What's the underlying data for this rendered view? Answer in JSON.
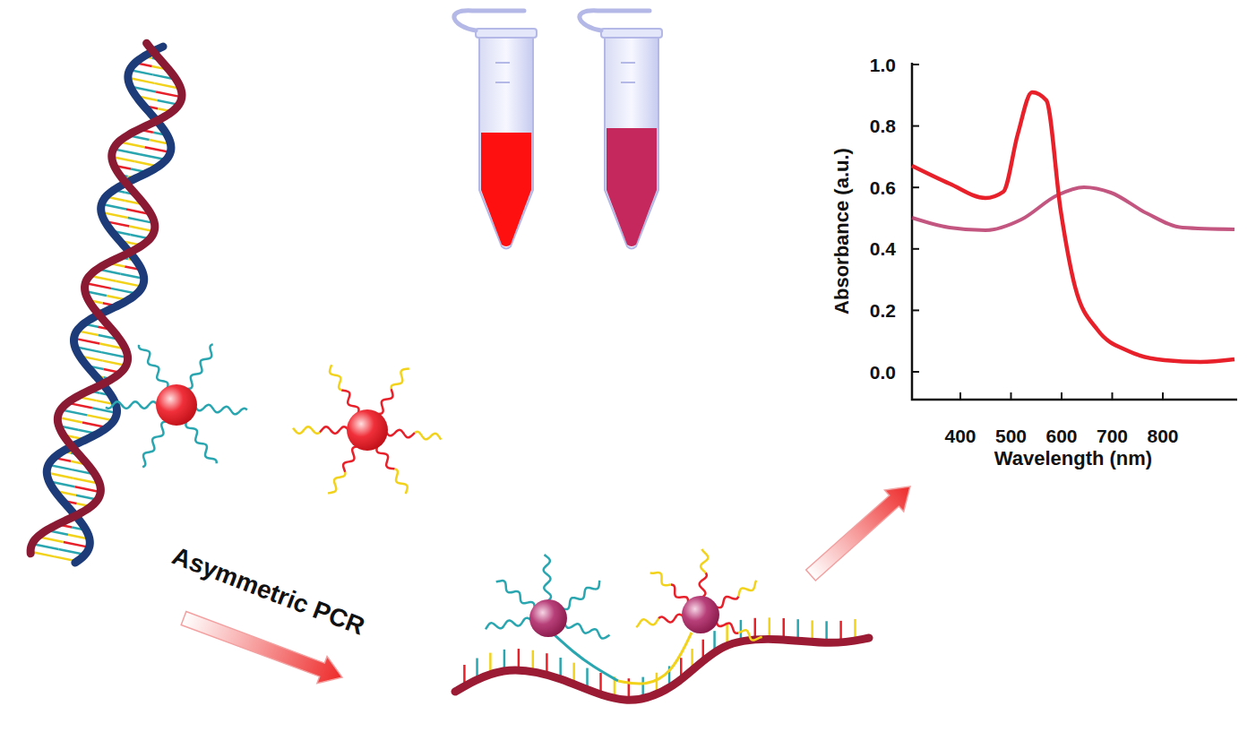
{
  "diagram": {
    "labels": [
      "Asymmetric PCR",
      "1.0",
      "0.8",
      "0.6",
      "0.4",
      "0.2",
      "0.0",
      "400",
      "500",
      "600",
      "700",
      "800",
      "Absorbance (a.u.)",
      "Wavelength (nm)"
    ]
  }
}
